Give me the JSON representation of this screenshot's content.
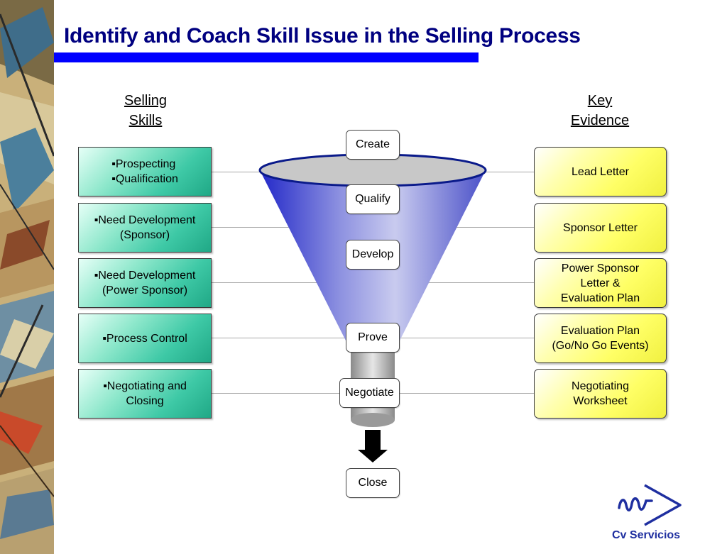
{
  "header": {
    "title": "Identify and Coach Skill Issue in the Selling Process"
  },
  "columns": {
    "left_heading": [
      "Selling",
      "Skills"
    ],
    "right_heading": [
      "Key",
      "Evidence"
    ]
  },
  "skills": [
    "▪Prospecting\n▪Qualification",
    "▪Need Development\n(Sponsor)",
    "▪Need Development\n(Power Sponsor)",
    "▪Process Control",
    "▪Negotiating and\nClosing"
  ],
  "stages": [
    "Create",
    "Qualify",
    "Develop",
    "Prove",
    "Negotiate",
    "Close"
  ],
  "evidence": [
    "Lead Letter",
    "Sponsor Letter",
    "Power Sponsor\nLetter &\nEvaluation Plan",
    "Evaluation Plan\n(Go/No Go Events)",
    "Negotiating\nWorksheet"
  ],
  "logo": {
    "text": "Cv Servicios"
  },
  "colors": {
    "title": "#000080",
    "title_bar": "#0000ff",
    "skill_box": "#3ec9a6",
    "evidence_box": "#ffff66",
    "funnel": "#7b80d8",
    "logo": "#1f2fa0"
  }
}
